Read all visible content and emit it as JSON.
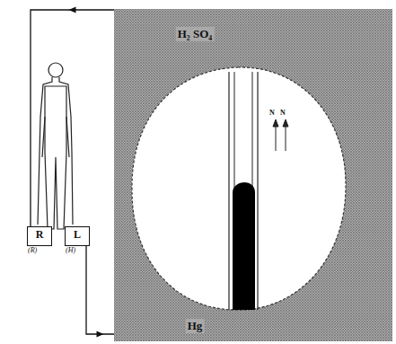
{
  "diagram": {
    "nodes": [
      {
        "text": [
          "R",
          "(R)"
        ]
      },
      {
        "text": [
          "L",
          "(H)"
        ]
      },
      {
        "text": [
          "H₂ SO₄",
          "Hg"
        ]
      }
    ],
    "edges": [
      {
        "from": 2,
        "to": 0,
        "arrow": "to"
      },
      {
        "from": 1,
        "to": 2,
        "arrow": "to"
      }
    ],
    "labels": [
      "N",
      "N"
    ]
  }
}
